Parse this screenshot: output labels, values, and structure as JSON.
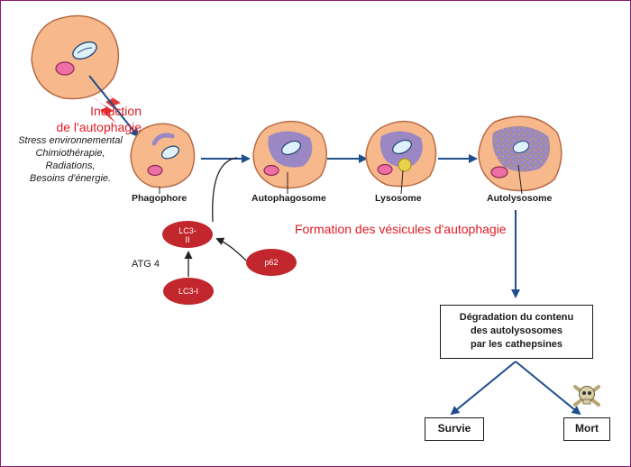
{
  "induction": {
    "title_line1": "Induction",
    "title_line2": "de l'autophagie",
    "causes": [
      "Stress environnemental",
      "Chimiothérapie,",
      "Radiations,",
      "Besoins d'énergie."
    ]
  },
  "stages": {
    "phagophore": "Phagophore",
    "autophagosome": "Autophagosome",
    "lysosome": "Lysosome",
    "autolysosome": "Autolysosome"
  },
  "vesicle_formation": "Formation des vésicules d'autophagie",
  "proteins": {
    "lc3_ii_line1": "LC3-",
    "lc3_ii_line2": "II",
    "p62": "p62",
    "lc3_i": "LC3-I",
    "atg4": "ATG 4"
  },
  "degradation": {
    "line1": "Dégradation du contenu",
    "line2": "des autolysosomes",
    "line3": "par les cathepsines"
  },
  "outcomes": {
    "survival": "Survie",
    "death": "Mort"
  },
  "colors": {
    "cell_fill": "#f7b98c",
    "cell_stroke": "#b86a45",
    "nucleus": "#ee6fa4",
    "mitochondrion": "#dff2fb",
    "vesicle": "#9a87c4",
    "arrow": "#1f4e8c",
    "protein": "#c1272d",
    "red_text": "#e01b24"
  }
}
